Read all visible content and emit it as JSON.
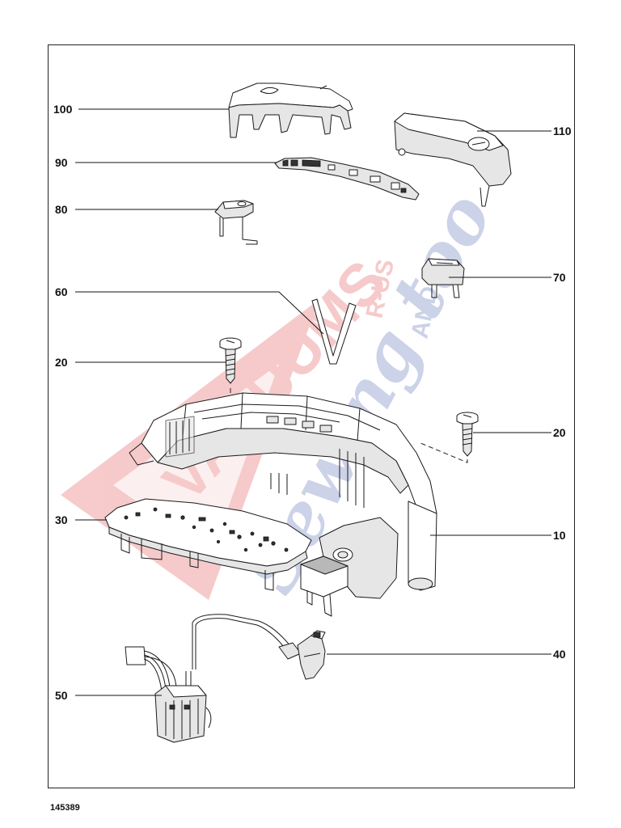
{
  "drawing_number": "145389",
  "watermark": {
    "brand_text": "VACUUMS",
    "sub_text_1": "R-US",
    "sub_text_2": "AND",
    "script_text": "Sewing too",
    "color_red": "#e24545",
    "color_blue": "#4d5fb0"
  },
  "parts": [
    {
      "number": "100"
    },
    {
      "number": "110"
    },
    {
      "number": "90"
    },
    {
      "number": "80"
    },
    {
      "number": "70"
    },
    {
      "number": "60"
    },
    {
      "number": "20"
    },
    {
      "number": "20"
    },
    {
      "number": "30"
    },
    {
      "number": "10"
    },
    {
      "number": "40"
    },
    {
      "number": "50"
    }
  ]
}
